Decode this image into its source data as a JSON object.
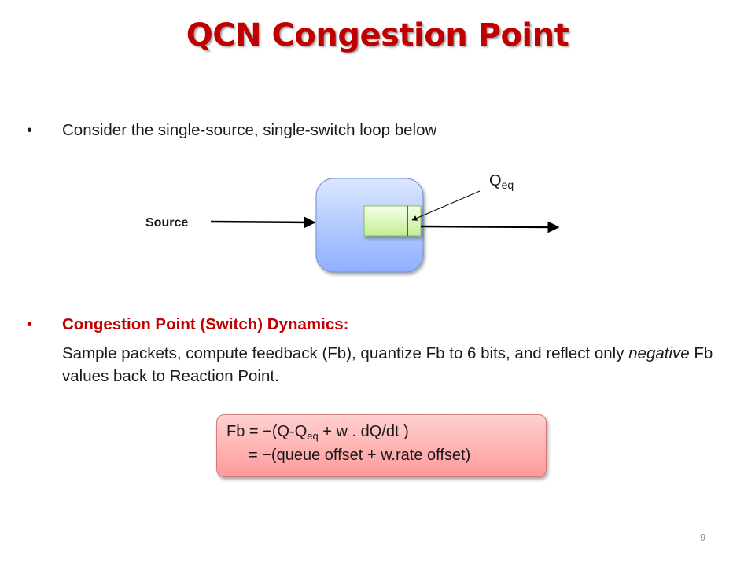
{
  "slide": {
    "title": "QCN Congestion Point",
    "page_number": "9"
  },
  "bullets": [
    {
      "text": "Consider the single-source, single-switch loop below"
    },
    {
      "text": "Congestion Point (Switch) Dynamics:"
    }
  ],
  "paragraph": {
    "part1": "Sample packets, compute feedback (Fb), quantize Fb to 6 bits, and reflect only ",
    "emphasis": "negative",
    "part2": " Fb values back to Reaction Point."
  },
  "diagram": {
    "source_label": "Source",
    "qeq_main": "Q",
    "qeq_sub": "eq"
  },
  "formula": {
    "line1_prefix": "Fb = −(Q-Q",
    "line1_sub": "eq",
    "line1_suffix": " + w . dQ/dt )",
    "line2": "= −(queue offset + w.rate offset)"
  },
  "colors": {
    "title": "#c00000",
    "switch_fill": "#9ebcff",
    "queue_fill": "#cff0a8",
    "formula_fill": "#ffb3b3"
  }
}
